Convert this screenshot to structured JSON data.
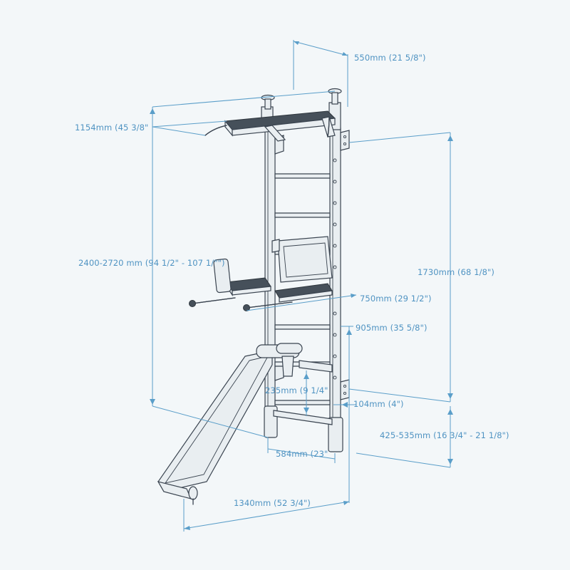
{
  "dimensions": {
    "depth_top": "550mm (21 5/8\")",
    "pullup_bar_width": "1154mm (45 3/8\"",
    "total_height": "2400-2720 mm (94 1/2\" - 107 1/\"\")",
    "ladder_height": "1730mm (68 1/8\")",
    "dip_bar_depth": "750mm (29 1/2\")",
    "lower_height": "905mm (35 5/8\")",
    "lower_bar_gap": "235mm (9 1/4\"",
    "wall_offset": "104mm (4\")",
    "bottom_range": "425-535mm (16 3/4\" - 21 1/8\")",
    "base_width": "584mm (23\"",
    "bench_length": "1340mm (52 3/4\")"
  },
  "colors": {
    "dimension": "#5a9ec9",
    "outline": "#3a4450",
    "background": "#f3f7f9"
  }
}
